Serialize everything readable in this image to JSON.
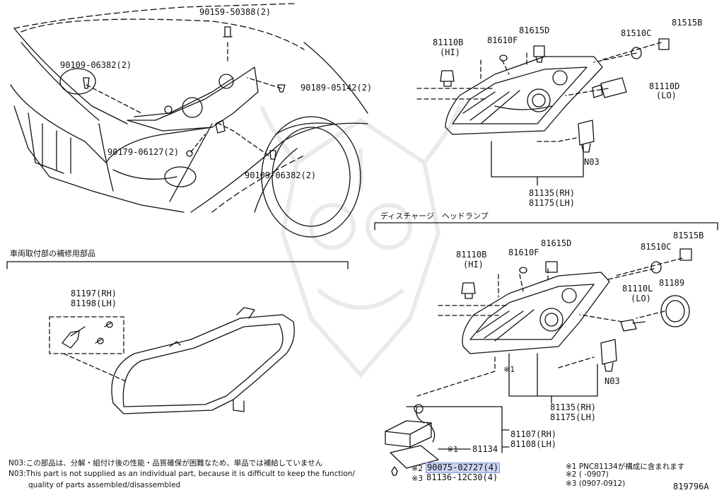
{
  "diagram_id": "819796A",
  "sections": {
    "discharge_headlamp": "ディスチャージ　ヘッドランプ",
    "repair_parts": "車両取付部の補修用部品"
  },
  "labels": {
    "p90159": "90159-50388(2)",
    "p90109_top": "90109-06382(2)",
    "p90189": "90189-05142(2)",
    "p90179": "90179-06127(2)",
    "p90109_bottom": "90109-06382(2)",
    "top_81110b": "81110B",
    "top_hi": "(HI)",
    "top_81610f": "81610F",
    "top_81615d": "81615D",
    "top_81510c": "81510C",
    "top_81515b": "81515B",
    "top_81110d": "81110D",
    "top_lo": "(LO)",
    "top_n03": "N03",
    "top_81135": "81135(RH)",
    "top_81175": "81175(LH)",
    "mid_81197": "81197(RH)",
    "mid_81198": "81198(LH)",
    "d_81110b": "81110B",
    "d_hi": "(HI)",
    "d_81610f": "81610F",
    "d_81615d": "81615D",
    "d_81510c": "81510C",
    "d_81515b": "81515B",
    "d_81110l": "81110L",
    "d_lo": "(LO)",
    "d_81189": "81189",
    "d_star1": "※1",
    "d_n03": "N03",
    "d_81135": "81135(RH)",
    "d_81175": "81175(LH)",
    "d_81107": "81107(RH)",
    "d_81108": "81108(LH)",
    "d_star1_b": "※1",
    "d_81134": "81134",
    "d_star2": "※2",
    "d_90075": "90075-02727(4)",
    "d_star3": "※3",
    "d_81136": "81136-12C30(4)"
  },
  "notes": {
    "n03_jp": "N03:この部品は、分解・組付け後の性能・品質確保が困難なため、単品では補給していません",
    "n03_en_1": "N03:This part is not supplied as an individual part, because it is difficult to keep the function/",
    "n03_en_2": "quality of parts assembled/disassembled",
    "ref1": "※1 PNC81134が構成に含まれます",
    "ref2": "※2 (      -0907)",
    "ref3": "※3 (0907-0912)"
  }
}
